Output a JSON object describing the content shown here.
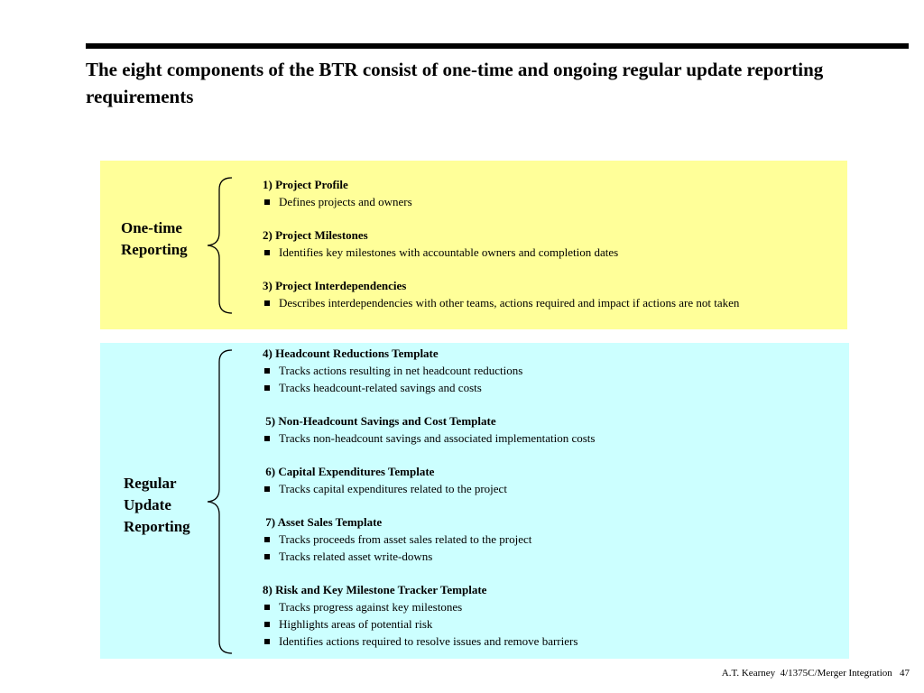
{
  "title": "The eight components of the BTR consist of one-time and ongoing regular update reporting requirements",
  "one_time": {
    "label_lines": [
      "One-time",
      "Reporting"
    ],
    "components": [
      {
        "heading": "1) Project Profile",
        "bullets": [
          "Defines projects and owners"
        ]
      },
      {
        "heading": "2) Project Milestones",
        "bullets": [
          "Identifies key milestones with accountable owners and completion dates"
        ]
      },
      {
        "heading": "3) Project Interdependencies",
        "bullets": [
          "Describes interdependencies with other teams, actions required and impact if actions are not taken"
        ]
      }
    ]
  },
  "regular": {
    "label_lines": [
      "Regular",
      "Update",
      "Reporting"
    ],
    "components": [
      {
        "heading": "4) Headcount Reductions Template",
        "bullets": [
          "Tracks actions resulting in net headcount reductions",
          "Tracks headcount-related savings and costs"
        ]
      },
      {
        "heading": " 5) Non-Headcount Savings and Cost Template",
        "bullets": [
          "Tracks non-headcount savings and associated implementation costs"
        ]
      },
      {
        "heading": " 6) Capital Expenditures Template",
        "bullets": [
          "Tracks capital expenditures related to the project"
        ]
      },
      {
        "heading": " 7) Asset Sales Template",
        "bullets": [
          "Tracks proceeds from asset sales related to the project",
          "Tracks related asset write-downs"
        ]
      },
      {
        "heading": "8) Risk and Key Milestone Tracker Template",
        "bullets": [
          "Tracks progress against key milestones",
          "Highlights areas of potential risk",
          "Identifies actions required to resolve issues and remove barriers"
        ]
      }
    ]
  },
  "footer": {
    "text": "A.T. Kearney  4/1375C/Merger Integration   47"
  },
  "colors": {
    "one_time_panel": "#ffff99",
    "regular_panel": "#ccffff",
    "rule": "#000000"
  }
}
